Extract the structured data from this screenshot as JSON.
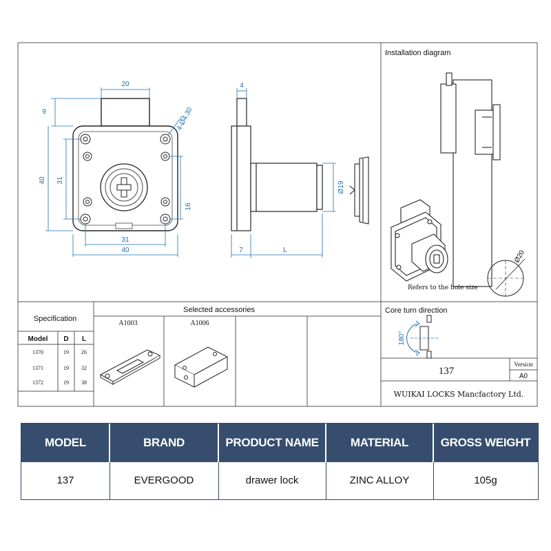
{
  "drawing": {
    "dims_front": {
      "top_width": "20",
      "top_height": "9",
      "hole_callout": "4-Ø4.30",
      "height_outer": "40",
      "height_inner": "31",
      "inner_width": "31",
      "outer_width": "40",
      "bottom_hole_spacing": "16"
    },
    "dims_side": {
      "top_thickness": "4",
      "base_thickness": "7",
      "length": "L",
      "cylinder_dia": "Ø19"
    },
    "installation": {
      "title": "Installation diagram",
      "hole_dia": "Ø20",
      "note": "Refers to the hole size"
    }
  },
  "specification": {
    "title": "Specification",
    "headers": [
      "Model",
      "D",
      "L"
    ],
    "rows": [
      [
        "1370",
        "19",
        "26"
      ],
      [
        "1371",
        "19",
        "32"
      ],
      [
        "1372",
        "19",
        "38"
      ]
    ]
  },
  "accessories": {
    "title": "Selected accessories",
    "items": [
      "A1003",
      "A1006"
    ]
  },
  "core_turn": {
    "title": "Core turn direction",
    "angle": "180°"
  },
  "titleblock": {
    "model": "137",
    "version_label": "Version",
    "version": "A0",
    "company": "WUIKAI LOCKS Mancfactory Ltd."
  },
  "product_table": {
    "headers": [
      "MODEL",
      "BRAND",
      "PRODUCT NAME",
      "MATERIAL",
      "GROSS WEIGHT"
    ],
    "values": [
      "137",
      "EVERGOOD",
      "drawer lock",
      "ZINC ALLOY",
      "105g"
    ]
  },
  "colors": {
    "dimension": "#1a6fb3",
    "table_header": "#364d6e"
  }
}
